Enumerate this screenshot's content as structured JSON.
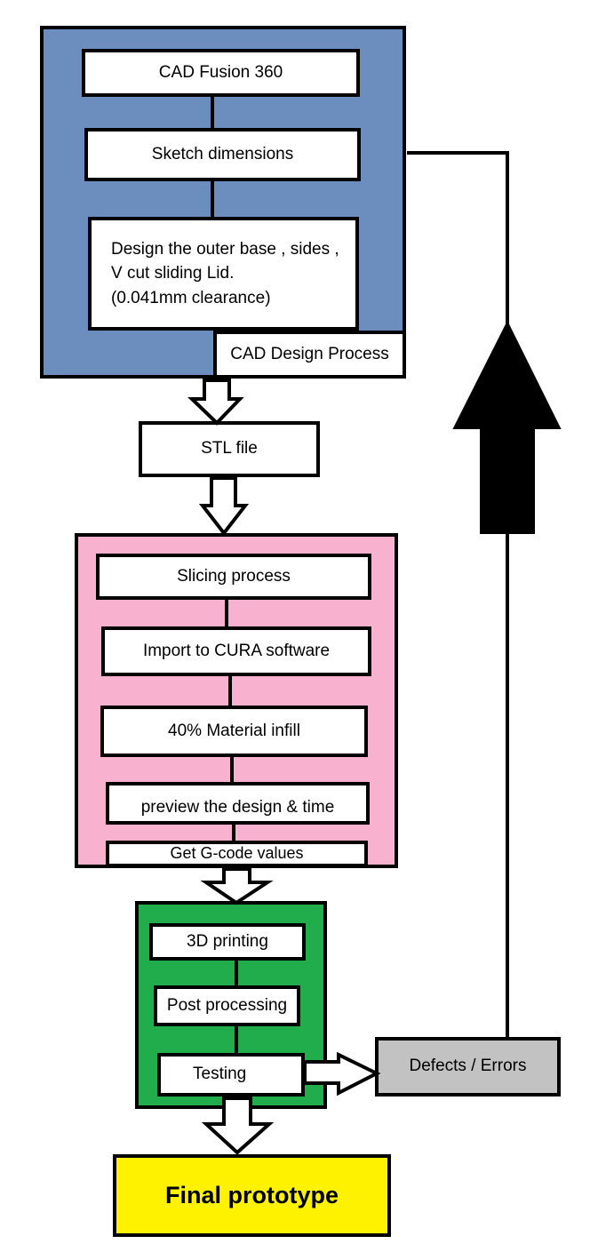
{
  "colors": {
    "cad_group": "#6c8ebf",
    "slicing_group": "#f8b2cf",
    "printing_group": "#22ad4d",
    "defects_box": "#c2c2c2",
    "final_box": "#fff200",
    "stroke": "#000000"
  },
  "cad": {
    "group_label": "CAD Design Process",
    "steps": [
      "CAD Fusion 360",
      "Sketch dimensions",
      "Design the outer base , sides ,\nV cut sliding Lid.\n(0.041mm clearance)"
    ]
  },
  "stl": {
    "label": "STL file"
  },
  "slicing": {
    "steps": [
      "Slicing process",
      "Import to CURA software",
      "40%  Material infill",
      "preview the design & time",
      "Get G-code values"
    ]
  },
  "printing": {
    "steps": [
      "3D printing",
      "Post processing",
      "Testing"
    ]
  },
  "defects": {
    "label": "Defects / Errors"
  },
  "final": {
    "label": "Final prototype"
  }
}
